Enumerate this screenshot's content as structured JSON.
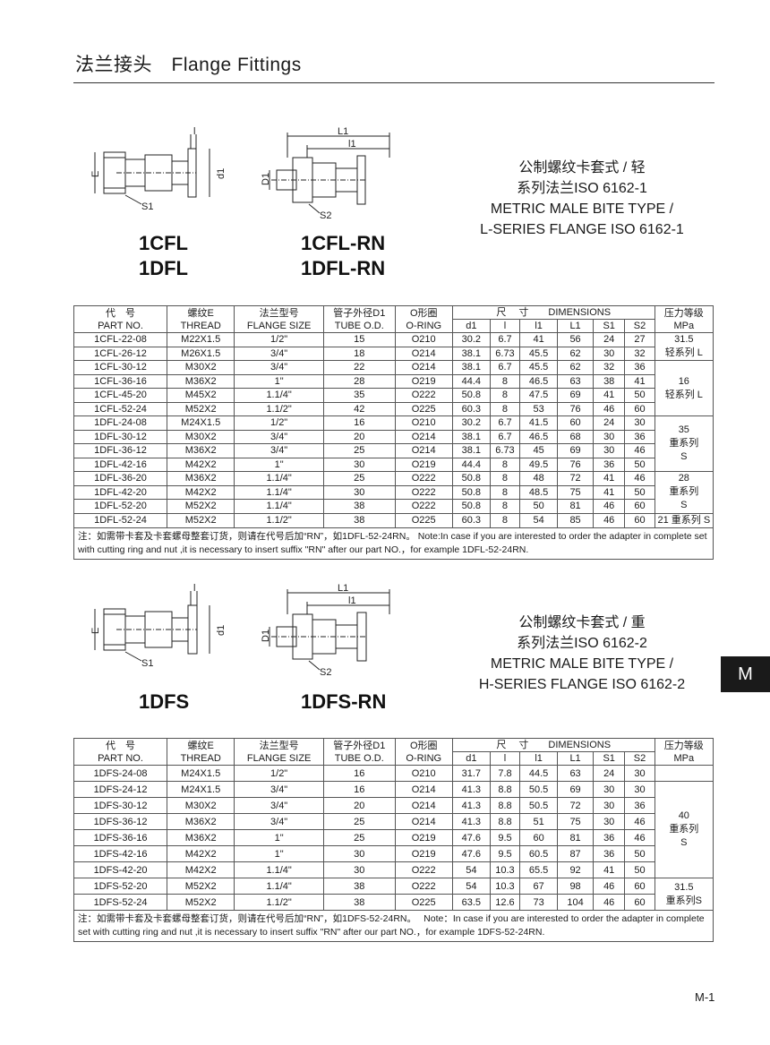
{
  "header": {
    "title": "法兰接头　Flange Fittings"
  },
  "section1": {
    "drawing_labels": {
      "E": "E",
      "I": "l",
      "d1": "d1",
      "S1": "S1",
      "L1": "L1",
      "l1": "l1",
      "D1": "D1",
      "S2": "S2"
    },
    "models_left": [
      "1CFL",
      "1DFL"
    ],
    "models_right": [
      "1CFL-RN",
      "1DFL-RN"
    ],
    "description": [
      "公制螺纹卡套式 / 轻",
      "系列法兰ISO 6162-1",
      "METRIC MALE BITE TYPE /",
      "L-SERIES FLANGE ISO 6162-1"
    ],
    "table": {
      "head_cn": {
        "code": "代　号",
        "thread": "螺纹E",
        "flange": "法兰型号",
        "tube": "管子外径D1",
        "oring": "O形圈",
        "dims": "尺　 寸　　DIMENSIONS",
        "pressure": "压力等级"
      },
      "head_en": {
        "code": "PART NO.",
        "thread": "THREAD",
        "flange": "FLANGE SIZE",
        "tube": "TUBE O.D.",
        "oring": "O-RING",
        "pressure": "MPa"
      },
      "dim_headers": [
        "d1",
        "l",
        "l1",
        "L1",
        "S1",
        "S2"
      ],
      "rows": [
        [
          "1CFL-22-08",
          "M22X1.5",
          "1/2\"",
          "15",
          "O210",
          "30.2",
          "6.7",
          "41",
          "56",
          "24",
          "27"
        ],
        [
          "1CFL-26-12",
          "M26X1.5",
          "3/4\"",
          "18",
          "O214",
          "38.1",
          "6.73",
          "45.5",
          "62",
          "30",
          "32"
        ],
        [
          "1CFL-30-12",
          "M30X2",
          "3/4\"",
          "22",
          "O214",
          "38.1",
          "6.7",
          "45.5",
          "62",
          "32",
          "36"
        ],
        [
          "1CFL-36-16",
          "M36X2",
          "1\"",
          "28",
          "O219",
          "44.4",
          "8",
          "46.5",
          "63",
          "38",
          "41"
        ],
        [
          "1CFL-45-20",
          "M45X2",
          "1.1/4\"",
          "35",
          "O222",
          "50.8",
          "8",
          "47.5",
          "69",
          "41",
          "50"
        ],
        [
          "1CFL-52-24",
          "M52X2",
          "1.1/2\"",
          "42",
          "O225",
          "60.3",
          "8",
          "53",
          "76",
          "46",
          "60"
        ],
        [
          "1DFL-24-08",
          "M24X1.5",
          "1/2\"",
          "16",
          "O210",
          "30.2",
          "6.7",
          "41.5",
          "60",
          "24",
          "30"
        ],
        [
          "1DFL-30-12",
          "M30X2",
          "3/4\"",
          "20",
          "O214",
          "38.1",
          "6.7",
          "46.5",
          "68",
          "30",
          "36"
        ],
        [
          "1DFL-36-12",
          "M36X2",
          "3/4\"",
          "25",
          "O214",
          "38.1",
          "6.73",
          "45",
          "69",
          "30",
          "46"
        ],
        [
          "1DFL-42-16",
          "M42X2",
          "1\"",
          "30",
          "O219",
          "44.4",
          "8",
          "49.5",
          "76",
          "36",
          "50"
        ],
        [
          "1DFL-36-20",
          "M36X2",
          "1.1/4\"",
          "25",
          "O222",
          "50.8",
          "8",
          "48",
          "72",
          "41",
          "46"
        ],
        [
          "1DFL-42-20",
          "M42X2",
          "1.1/4\"",
          "30",
          "O222",
          "50.8",
          "8",
          "48.5",
          "75",
          "41",
          "50"
        ],
        [
          "1DFL-52-20",
          "M52X2",
          "1.1/4\"",
          "38",
          "O222",
          "50.8",
          "8",
          "50",
          "81",
          "46",
          "60"
        ],
        [
          "1DFL-52-24",
          "M52X2",
          "1.1/2\"",
          "38",
          "O225",
          "60.3",
          "8",
          "54",
          "85",
          "46",
          "60"
        ]
      ],
      "pressure_groups": [
        {
          "lines": [
            "31.5",
            "轻系列  L"
          ],
          "rows": 2
        },
        {
          "lines": [
            "16",
            "轻系列  L"
          ],
          "rows": 4
        },
        {
          "lines": [
            "35",
            "重系列",
            "S"
          ],
          "rows": 4
        },
        {
          "lines": [
            "28",
            "重系列",
            "S"
          ],
          "rows": 3
        },
        {
          "lines": [
            "21 重系列  S"
          ],
          "rows": 1
        }
      ],
      "note": "注：如需带卡套及卡套螺母整套订货，则请在代号后加“RN”，如1DFL-52-24RN。 Note:In case if you are interested to order the adapter in complete set with cutting ring and nut ,it is necessary to insert suffix \"RN\" after our part NO.，for example 1DFL-52-24RN."
    }
  },
  "section2": {
    "drawing_labels": {
      "E": "E",
      "I": "l",
      "d1": "d1",
      "S1": "S1",
      "L1": "L1",
      "l1": "l1",
      "D1": "D1",
      "S2": "S2"
    },
    "models_left": [
      "1DFS"
    ],
    "models_right": [
      "1DFS-RN"
    ],
    "description": [
      "公制螺纹卡套式 / 重",
      "系列法兰ISO 6162-2",
      "METRIC MALE BITE TYPE /",
      "H-SERIES FLANGE ISO 6162-2"
    ],
    "table": {
      "head_cn": {
        "code": "代　号",
        "thread": "螺纹E",
        "flange": "法兰型号",
        "tube": "管子外径D1",
        "oring": "O形圈",
        "dims": "尺　 寸　　DIMENSIONS",
        "pressure": "压力等级"
      },
      "head_en": {
        "code": "PART NO.",
        "thread": "THREAD",
        "flange": "FLANGE SIZE",
        "tube": "TUBE O.D.",
        "oring": "O-RING",
        "pressure": "MPa"
      },
      "dim_headers": [
        "d1",
        "l",
        "l1",
        "L1",
        "S1",
        "S2"
      ],
      "rows": [
        [
          "1DFS-24-08",
          "M24X1.5",
          "1/2\"",
          "16",
          "O210",
          "31.7",
          "7.8",
          "44.5",
          "63",
          "24",
          "30"
        ],
        [
          "1DFS-24-12",
          "M24X1.5",
          "3/4\"",
          "16",
          "O214",
          "41.3",
          "8.8",
          "50.5",
          "69",
          "30",
          "30"
        ],
        [
          "1DFS-30-12",
          "M30X2",
          "3/4\"",
          "20",
          "O214",
          "41.3",
          "8.8",
          "50.5",
          "72",
          "30",
          "36"
        ],
        [
          "1DFS-36-12",
          "M36X2",
          "3/4\"",
          "25",
          "O214",
          "41.3",
          "8.8",
          "51",
          "75",
          "30",
          "46"
        ],
        [
          "1DFS-36-16",
          "M36X2",
          "1\"",
          "25",
          "O219",
          "47.6",
          "9.5",
          "60",
          "81",
          "36",
          "46"
        ],
        [
          "1DFS-42-16",
          "M42X2",
          "1\"",
          "30",
          "O219",
          "47.6",
          "9.5",
          "60.5",
          "87",
          "36",
          "50"
        ],
        [
          "1DFS-42-20",
          "M42X2",
          "1.1/4\"",
          "30",
          "O222",
          "54",
          "10.3",
          "65.5",
          "92",
          "41",
          "50"
        ],
        [
          "1DFS-52-20",
          "M52X2",
          "1.1/4\"",
          "38",
          "O222",
          "54",
          "10.3",
          "67",
          "98",
          "46",
          "60"
        ],
        [
          "1DFS-52-24",
          "M52X2",
          "1.1/2\"",
          "38",
          "O225",
          "63.5",
          "12.6",
          "73",
          "104",
          "46",
          "60"
        ]
      ],
      "pressure_groups": [
        {
          "lines": [
            "",
            "",
            ""
          ],
          "rows": 1
        },
        {
          "lines": [
            "40",
            "重系列",
            "S"
          ],
          "rows": 6
        },
        {
          "lines": [
            "31.5",
            "重系列S"
          ],
          "rows": 2
        }
      ],
      "note": "注：如需带卡套及卡套螺母整套订货，则请在代号后加“RN”，如1DFS-52-24RN。　 Note：In case if you are interested to order the adapter in complete set with cutting ring and nut ,it is necessary to insert suffix \"RN\" after our part NO.，for example 1DFS-52-24RN."
    }
  },
  "side_tab": "M",
  "page_number": "M-1"
}
